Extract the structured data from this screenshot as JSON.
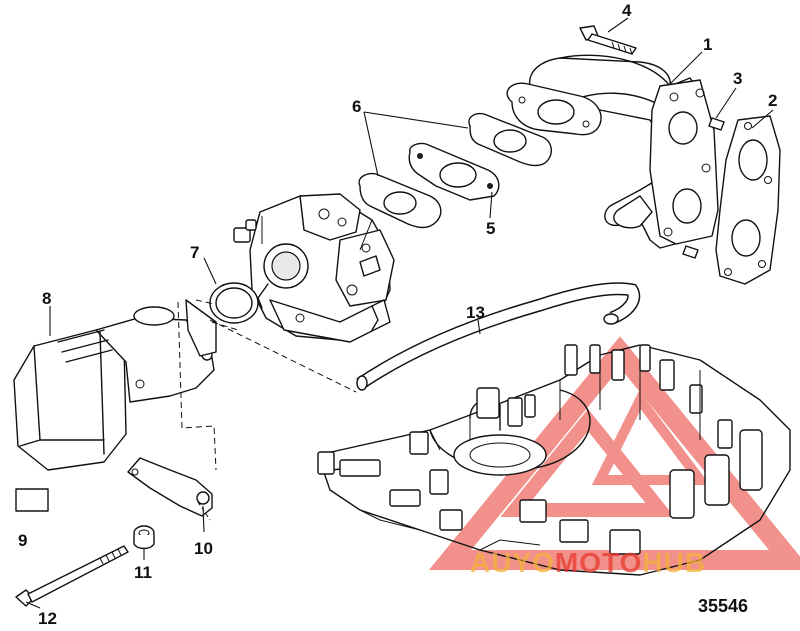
{
  "diagram": {
    "figure_number": "35546",
    "callouts": [
      "1",
      "2",
      "3",
      "4",
      "5",
      "6",
      "7",
      "8",
      "9",
      "10",
      "11",
      "12",
      "13"
    ],
    "watermark": {
      "text_a": "AUYO",
      "text_b": "MOTO",
      "text_c": "HUB",
      "color_primary": "#e8392f",
      "color_secondary": "#f4b23a"
    }
  }
}
